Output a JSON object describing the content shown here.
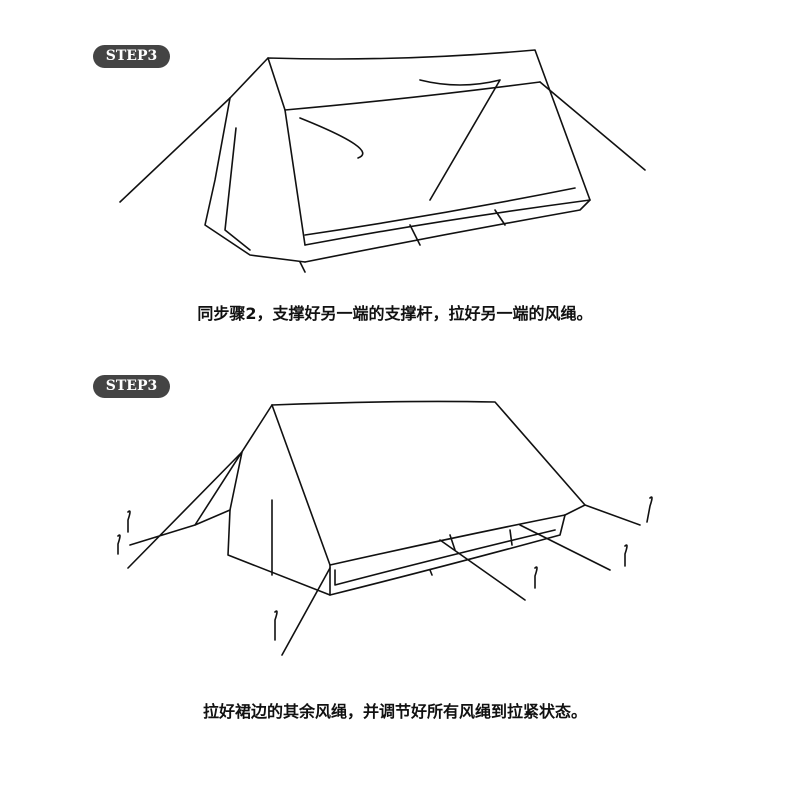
{
  "steps": [
    {
      "badge": "STEP3",
      "caption": "同步骤2，支撑好另一端的支撑杆，拉好另一端的风绳。"
    },
    {
      "badge": "STEP3",
      "caption": "拉好裙边的其余风绳，并调节好所有风绳到拉紧状态。"
    }
  ]
}
